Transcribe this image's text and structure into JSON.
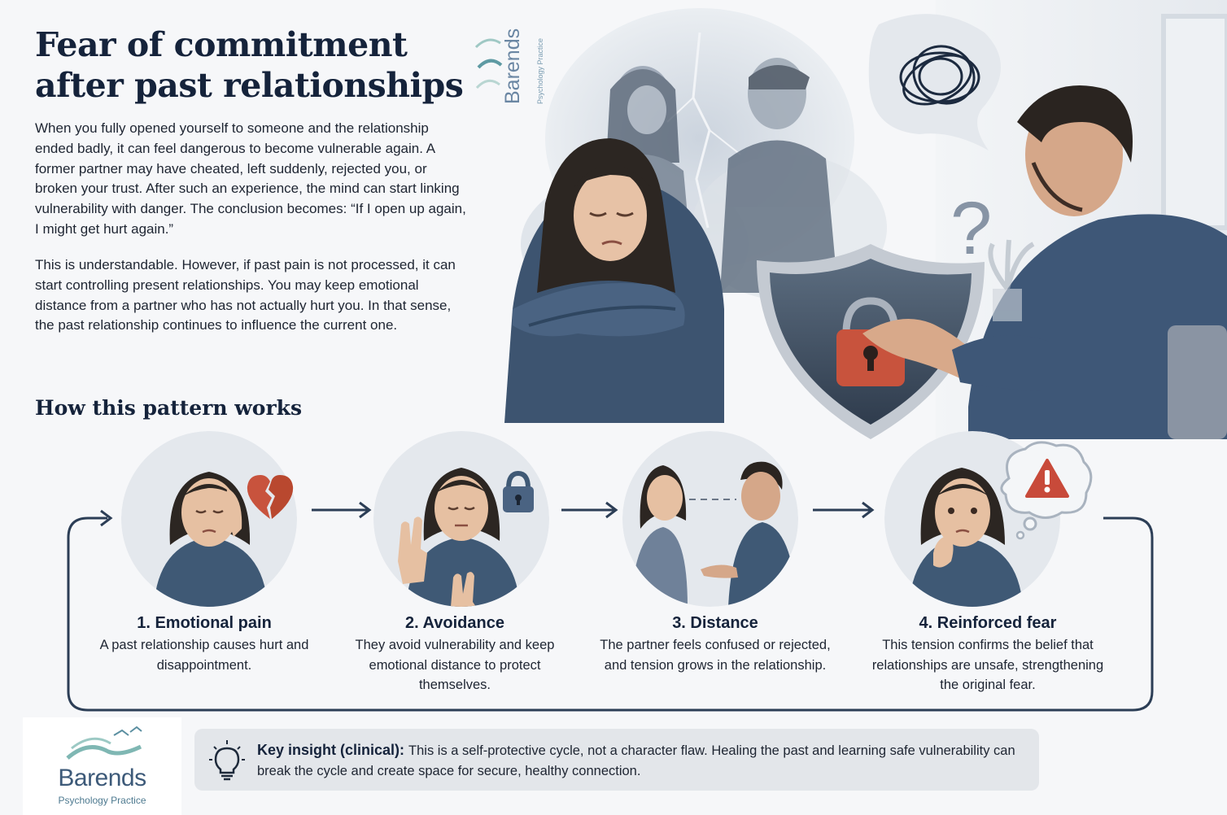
{
  "title_lines": [
    "Fear of commitment",
    "after past relationships"
  ],
  "intro_paragraphs": [
    "When you fully opened yourself to someone and the relationship ended badly, it can feel dangerous to become vulnerable again. A former partner may have cheated, left suddenly, rejected you, or broken your trust. After such an experience, the mind can start linking vulnerability with danger. The conclusion becomes: “If I open up again, I might get hurt again.”",
    "This is understandable. However, if past pain is not processed, it can start controlling present relationships. You may keep emotional distance from a partner who has not actually hurt you. In that sense, the past relationship continues to influence the current one."
  ],
  "section_title": "How this pattern works",
  "steps": [
    {
      "title": "1. Emotional pain",
      "desc": "A past relationship causes hurt and disappointment."
    },
    {
      "title": "2. Avoidance",
      "desc": "They avoid vulnerability and keep emotional distance to protect themselves."
    },
    {
      "title": "3. Distance",
      "desc": "The partner feels confused or rejected, and tension grows in the relationship."
    },
    {
      "title": "4. Reinforced fear",
      "desc": "This tension confirms the belief that relationships are unsafe, strengthening the original fear."
    }
  ],
  "brand": {
    "name": "Barends",
    "subtitle": "Psychology Practice"
  },
  "insight": {
    "label": "Key insight (clinical):",
    "text": "This is a self-protective cycle, not a character flaw. Healing the past and learning safe vulnerability can break the cycle and create space for secure, healthy connection."
  },
  "colors": {
    "navy": "#15233b",
    "sweater_blue": "#3f5975",
    "lock_red": "#c8533d",
    "warning_red": "#c84a3a",
    "panel_gray": "#e3e6ea"
  },
  "icons": [
    "broken-heart-icon",
    "padlock-icon",
    "warning-icon",
    "lightbulb-icon",
    "question-mark-icon",
    "scribble-thought-icon",
    "shield-icon"
  ]
}
